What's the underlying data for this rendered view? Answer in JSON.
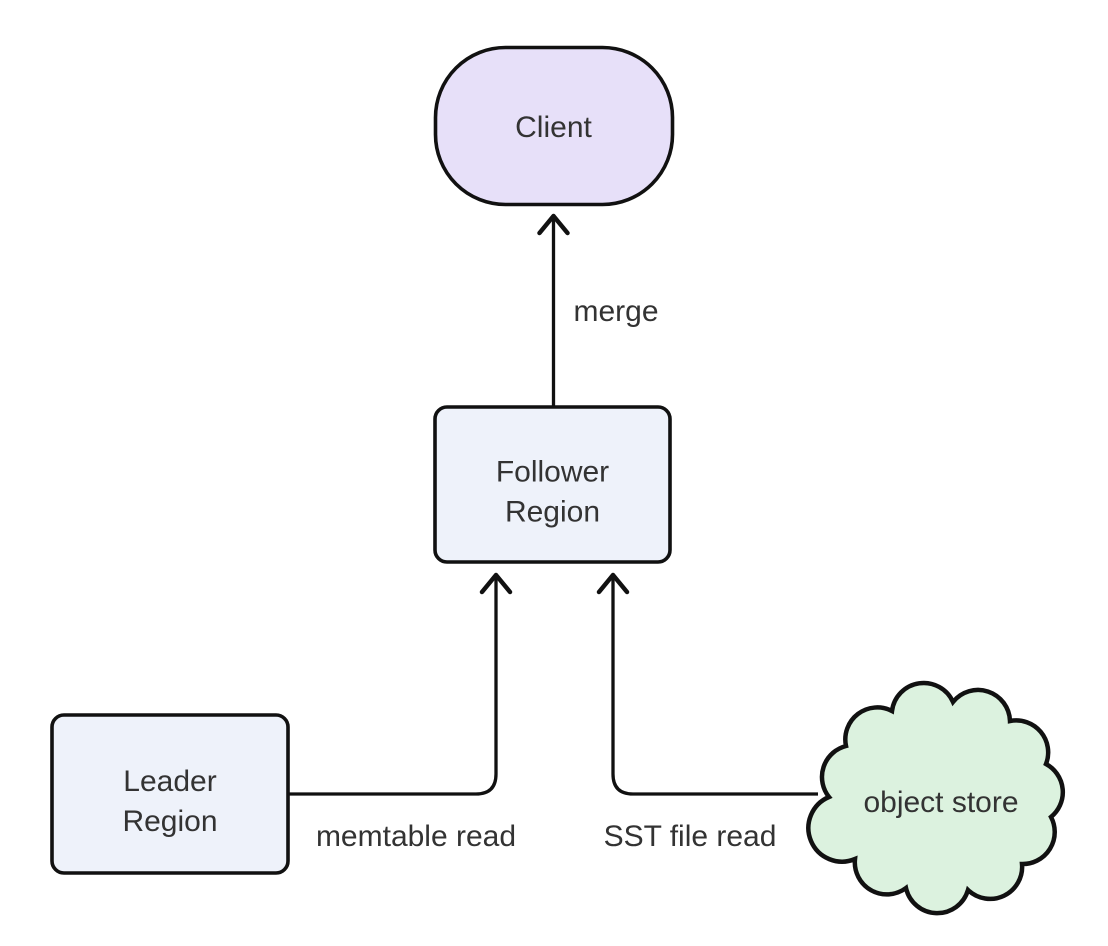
{
  "diagram": {
    "type": "flowchart",
    "background": "#ffffff",
    "colors": {
      "node_stroke": "#111111",
      "edge_stroke": "#111111",
      "text": "#333333",
      "client_fill": "#e7e0f9",
      "region_fill": "#eef2fa",
      "cloud_fill": "#dcf2df"
    },
    "nodes": [
      {
        "id": "client",
        "label": "Client",
        "shape": "stadium"
      },
      {
        "id": "follower-region",
        "label": "Follower Region",
        "lines": [
          "Follower",
          "Region"
        ],
        "shape": "rounded-rectangle"
      },
      {
        "id": "leader-region",
        "label": "Leader Region",
        "lines": [
          "Leader",
          "Region"
        ],
        "shape": "rounded-rectangle"
      },
      {
        "id": "object-store",
        "label": "object store",
        "shape": "cloud"
      }
    ],
    "edges": [
      {
        "from": "follower-region",
        "to": "client",
        "label": "merge",
        "direction": "up"
      },
      {
        "from": "leader-region",
        "to": "follower-region",
        "label": "memtable read",
        "direction": "right-then-up"
      },
      {
        "from": "object-store",
        "to": "follower-region",
        "label": "SST file read",
        "direction": "left-then-up"
      }
    ]
  }
}
